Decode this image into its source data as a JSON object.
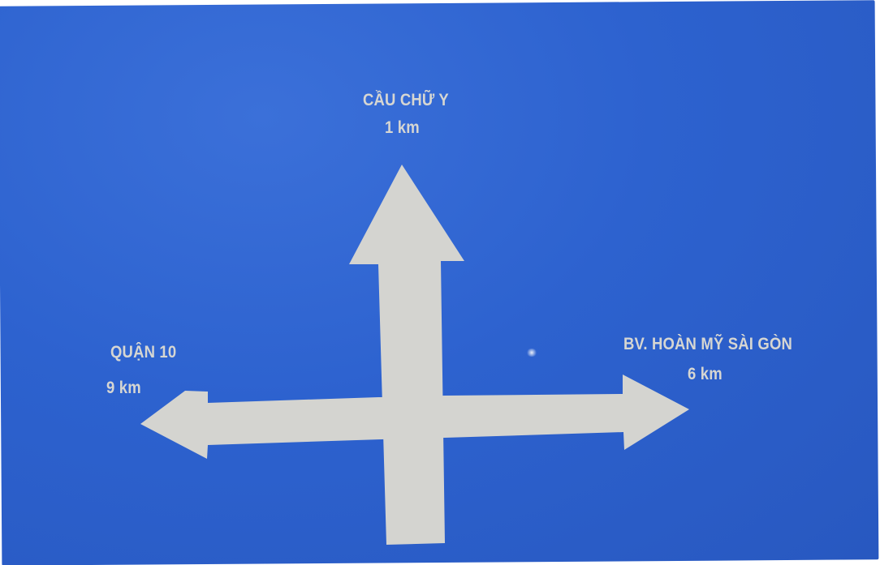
{
  "sign": {
    "background_color": "#2d62cf",
    "arrow_color": "#d4d4d0",
    "text_color": "#d6d6d2",
    "north": {
      "destination": "CẦU CHỮ Y",
      "distance": "1 km"
    },
    "west": {
      "destination": "QUẬN 10",
      "distance": "9 km"
    },
    "east": {
      "destination": "BV. HOÀN MỸ SÀI GÒN",
      "distance": "6 km"
    }
  }
}
